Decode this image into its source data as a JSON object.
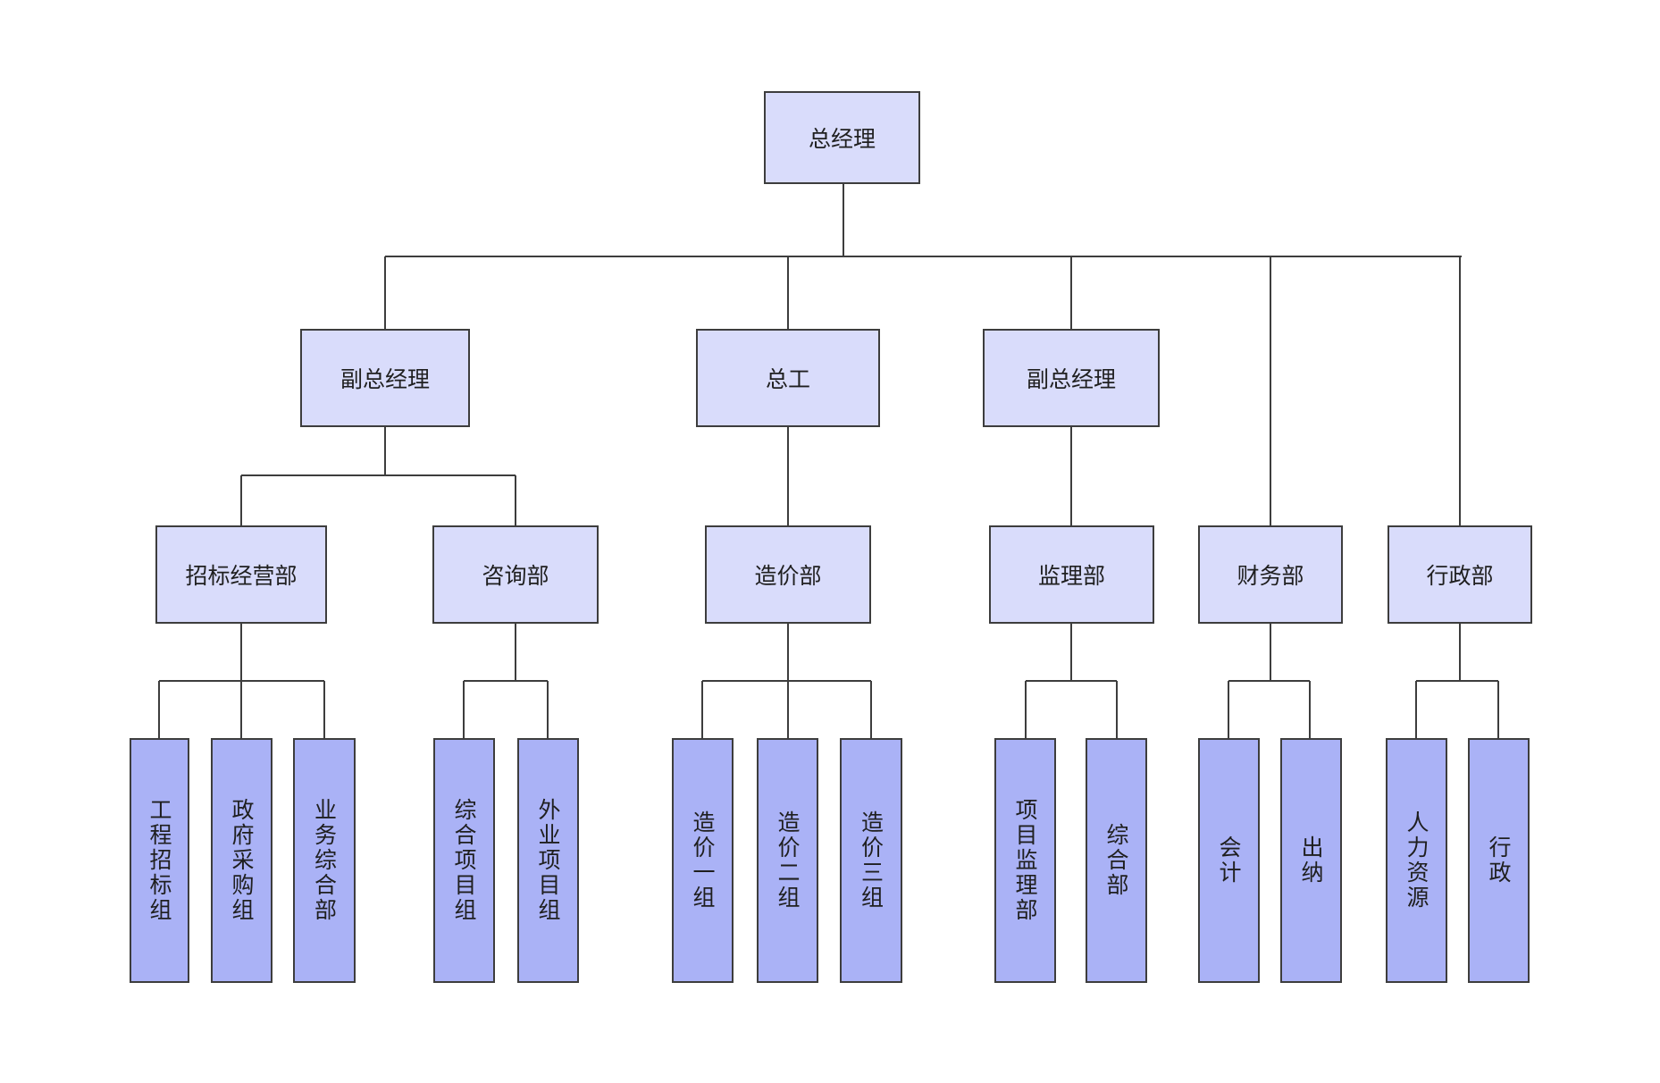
{
  "org": {
    "root": "总经理",
    "deputy_left": "副总经理",
    "chief_engineer": "总工",
    "deputy_right": "副总经理",
    "departments": {
      "bidding": "招标经营部",
      "consulting": "咨询部",
      "cost": "造价部",
      "supervision": "监理部",
      "finance": "财务部",
      "admin": "行政部"
    },
    "teams": {
      "bidding": [
        "工程招标组",
        "政府采购组",
        "业务综合部"
      ],
      "consulting": [
        "综合项目组",
        "外业项目组"
      ],
      "cost": [
        "造价一组",
        "造价二组",
        "造价三组"
      ],
      "supervision": [
        "项目监理部",
        "综合部"
      ],
      "finance": [
        "会计",
        "出纳"
      ],
      "admin": [
        "人力资源",
        "行政"
      ]
    }
  },
  "colors": {
    "header_fill": "#d9dcfb",
    "team_fill": "#aab2f6",
    "line": "#3d3d3d"
  }
}
